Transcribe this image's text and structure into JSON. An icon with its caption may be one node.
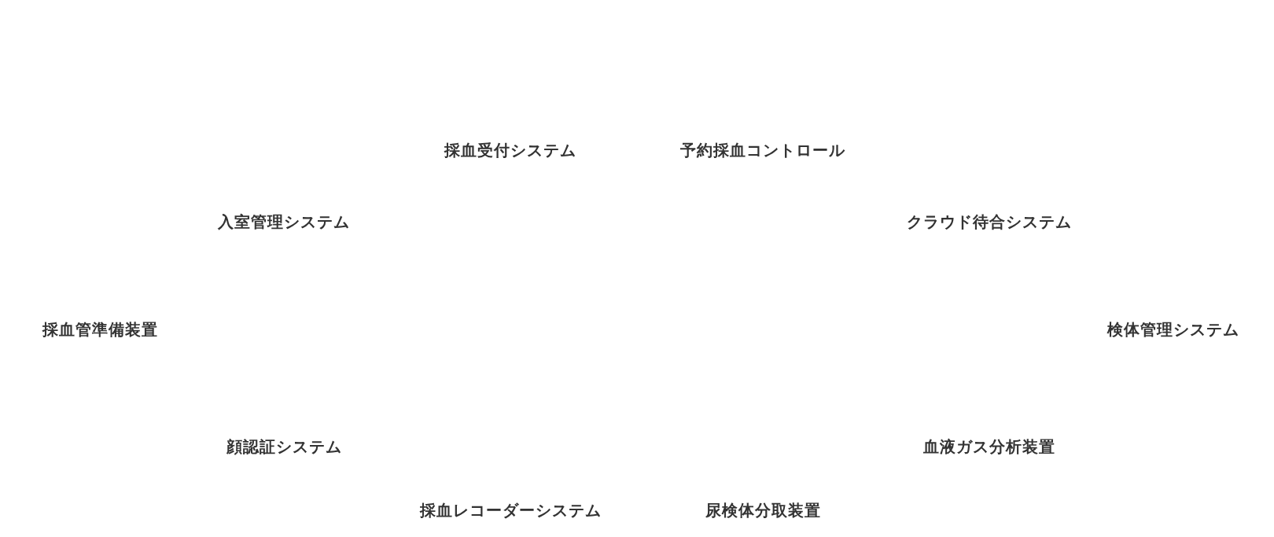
{
  "diagram": {
    "labels": [
      "採血受付システム",
      "予約採血コントロール",
      "入室管理システム",
      "クラウド待合システム",
      "採血管準備装置",
      "検体管理システム",
      "顔認証システム",
      "血液ガス分析装置",
      "採血レコーダーシステム",
      "尿検体分取装置"
    ]
  }
}
